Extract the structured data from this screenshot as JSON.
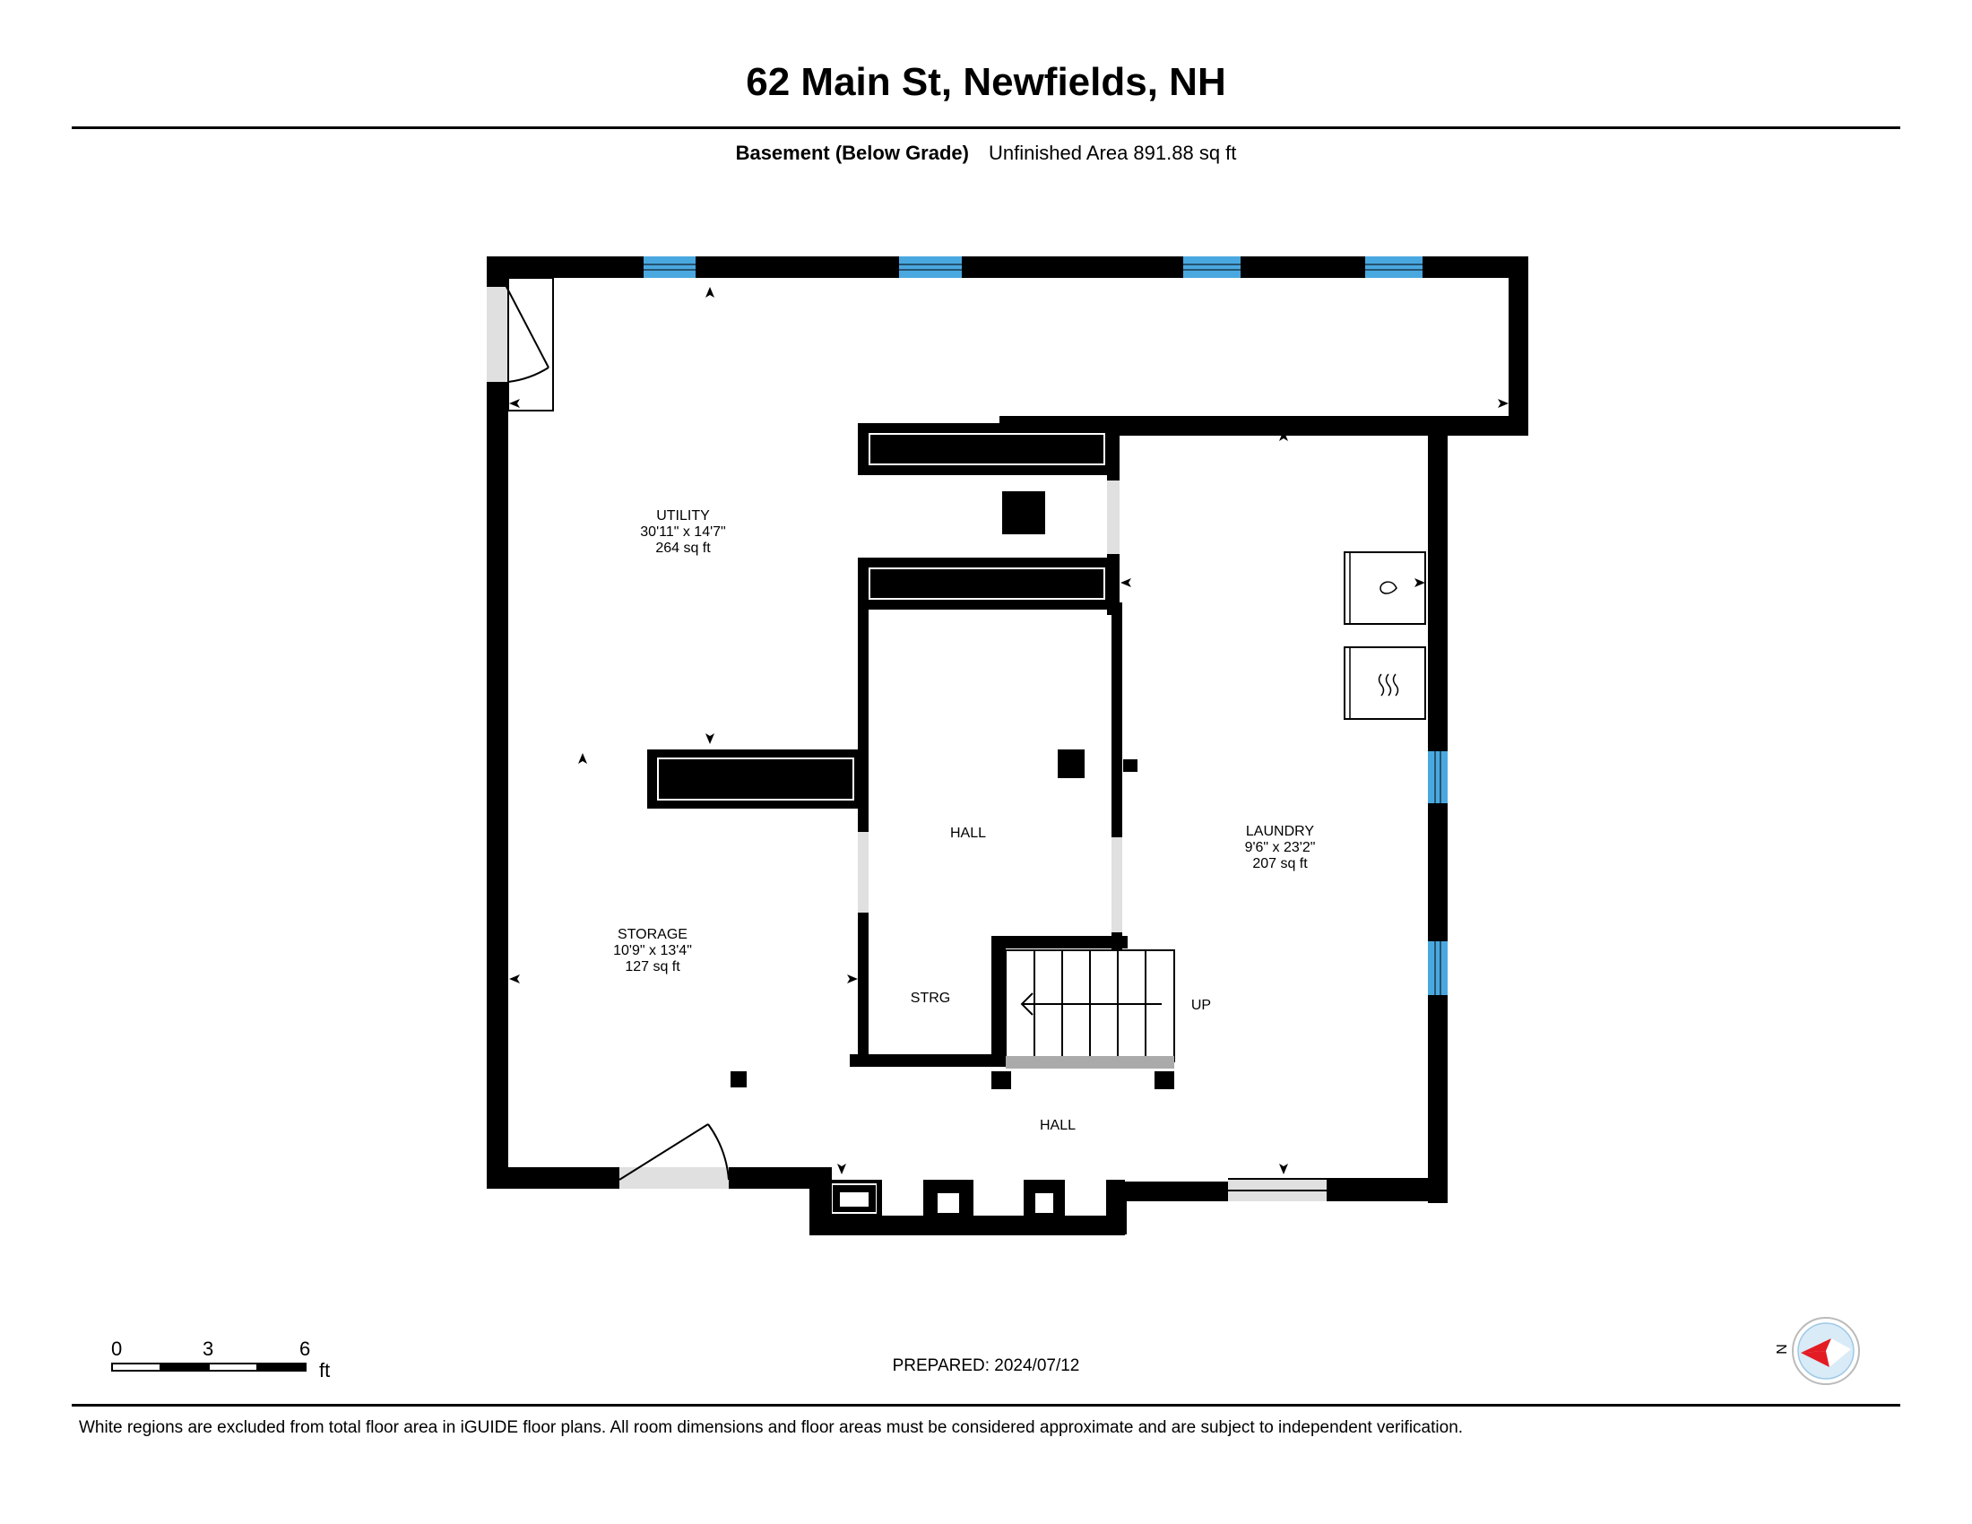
{
  "header": {
    "title": "62 Main St, Newfields, NH",
    "level_name": "Basement (Below Grade)",
    "area_text": "Unfinished Area 891.88 sq ft"
  },
  "rooms": {
    "utility": {
      "name": "UTILITY",
      "dims": "30'11\" x 14'7\"",
      "area": "264 sq ft"
    },
    "storage": {
      "name": "STORAGE",
      "dims": "10'9\" x 13'4\"",
      "area": "127 sq ft"
    },
    "laundry": {
      "name": "LAUNDRY",
      "dims": "9'6\" x 23'2\"",
      "area": "207 sq ft"
    },
    "hall_upper": {
      "name": "HALL"
    },
    "hall_lower": {
      "name": "HALL"
    },
    "strg": {
      "name": "STRG"
    },
    "stairs": {
      "label": "UP"
    }
  },
  "scale_bar": {
    "ticks": [
      "0",
      "3",
      "6"
    ],
    "unit": "ft"
  },
  "compass": {
    "label": "N"
  },
  "footer": {
    "prepared": "PREPARED: 2024/07/12",
    "disclaimer": "White regions are excluded from total floor area in iGUIDE floor plans. All room dimensions and floor areas must be considered approximate and are subject to independent verification."
  },
  "colors": {
    "wall": "#000000",
    "window": "#4aa8e0",
    "door_opening": "#e0e0e0",
    "stair_landing": "#aaaaaa",
    "compass_pointer": "#e31b23"
  }
}
